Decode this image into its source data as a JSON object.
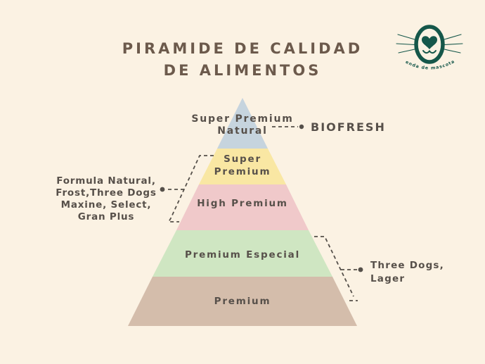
{
  "palette": {
    "background": "#fbf2e3",
    "title_text": "#6c5a4c",
    "body_text": "#57504a",
    "line": "#55504a",
    "logo_green": "#15574a"
  },
  "title": {
    "line1": "PIRAMIDE DE CALIDAD",
    "line2": "DE ALIMENTOS"
  },
  "logo": {
    "brand_text": "tienda de mascotas"
  },
  "pyramid": {
    "levels": [
      {
        "label": "Super Premium\nNatural",
        "color": "#c6d4de"
      },
      {
        "label": "Super\nPremium",
        "color": "#f9e7a3"
      },
      {
        "label": "High Premium",
        "color": "#f0c9ca"
      },
      {
        "label": "Premium Especial",
        "color": "#cfe6c2"
      },
      {
        "label": "Premium",
        "color": "#d4bdab"
      }
    ]
  },
  "annotations": {
    "biofresh": {
      "label": "BIOFRESH"
    },
    "left_brands": {
      "text": "Formula Natural,\nFrost,Three Dogs\nMaxine, Select,\nGran Plus"
    },
    "right_brands": {
      "text": "Three Dogs,\nLager"
    }
  }
}
